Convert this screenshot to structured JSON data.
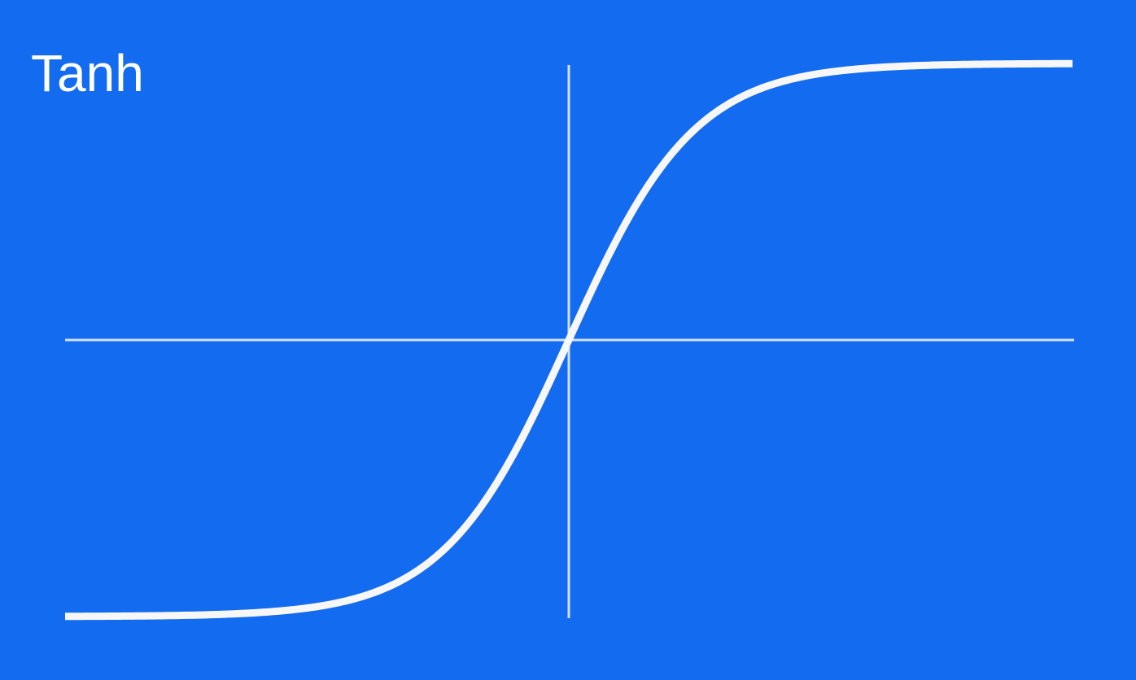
{
  "title": "Tanh",
  "colors": {
    "background": "#136bef",
    "curve": "#f7f7f7",
    "axes": "#ffffff"
  },
  "chart_data": {
    "type": "line",
    "function": "tanh",
    "title": "Tanh",
    "xlabel": "",
    "ylabel": "",
    "xlim": [
      -4,
      4
    ],
    "ylim": [
      -1,
      1
    ],
    "grid": false,
    "legend": "none",
    "series": [
      {
        "x": [
          -4,
          -3.5,
          -3,
          -2.5,
          -2,
          -1.5,
          -1,
          -0.5,
          0,
          0.5,
          1,
          1.5,
          2,
          2.5,
          3,
          3.5,
          4
        ],
        "values": [
          -0.999,
          -0.998,
          -0.995,
          -0.987,
          -0.964,
          -0.905,
          -0.762,
          -0.462,
          0,
          0.462,
          0.762,
          0.905,
          0.964,
          0.987,
          0.995,
          0.998,
          0.999
        ]
      }
    ]
  }
}
